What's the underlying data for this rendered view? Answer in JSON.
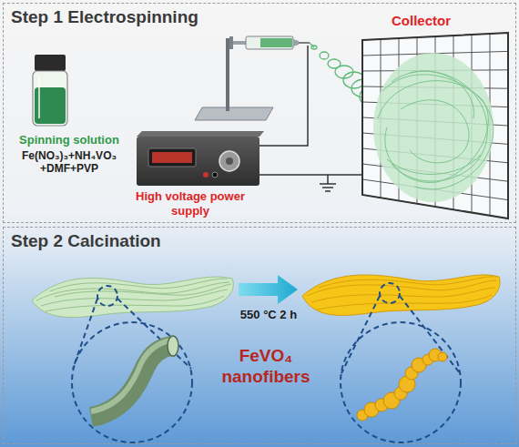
{
  "diagram": {
    "nodes": [
      {
        "text": [
          "Step 1 Electrospinning"
        ]
      },
      {
        "text": [
          "Step 2 Calcination"
        ]
      }
    ],
    "labels": [
      "Collector",
      "Spinning solution",
      "Fe(NO₃)₃+NH₄VO₃ +DMF+PVP",
      "High voltage power supply",
      "550 °C 2 h",
      "FeVO₄ nanofibers"
    ]
  }
}
